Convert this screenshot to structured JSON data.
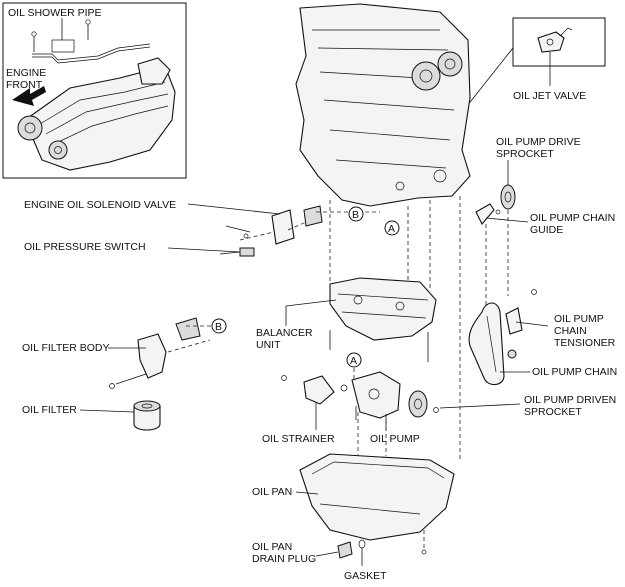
{
  "inset": {
    "oil_shower_pipe": "OIL SHOWER PIPE",
    "engine_front_line1": "ENGINE",
    "engine_front_line2": "FRONT"
  },
  "labels": {
    "oil_jet_valve": "OIL JET VALVE",
    "oil_pump_drive_sprocket_1": "OIL PUMP DRIVE",
    "oil_pump_drive_sprocket_2": "SPROCKET",
    "engine_oil_solenoid_valve": "ENGINE OIL SOLENOID VALVE",
    "oil_pump_chain_guide_1": "OIL PUMP CHAIN",
    "oil_pump_chain_guide_2": "GUIDE",
    "oil_pressure_switch": "OIL PRESSURE SWITCH",
    "balancer_unit_1": "BALANCER",
    "balancer_unit_2": "UNIT",
    "oil_pump_chain_tensioner_1": "OIL PUMP",
    "oil_pump_chain_tensioner_2": "CHAIN",
    "oil_pump_chain_tensioner_3": "TENSIONER",
    "oil_filter_body": "OIL FILTER BODY",
    "oil_pump_chain": "OIL PUMP CHAIN",
    "oil_filter": "OIL FILTER",
    "oil_pump_driven_sprocket_1": "OIL PUMP DRIVEN",
    "oil_pump_driven_sprocket_2": "SPROCKET",
    "oil_strainer": "OIL STRAINER",
    "oil_pump": "OIL PUMP",
    "oil_pan": "OIL PAN",
    "oil_pan_drain_plug_1": "OIL PAN",
    "oil_pan_drain_plug_2": "DRAIN PLUG",
    "gasket": "GASKET"
  },
  "markers": {
    "a": "A",
    "b": "B"
  }
}
